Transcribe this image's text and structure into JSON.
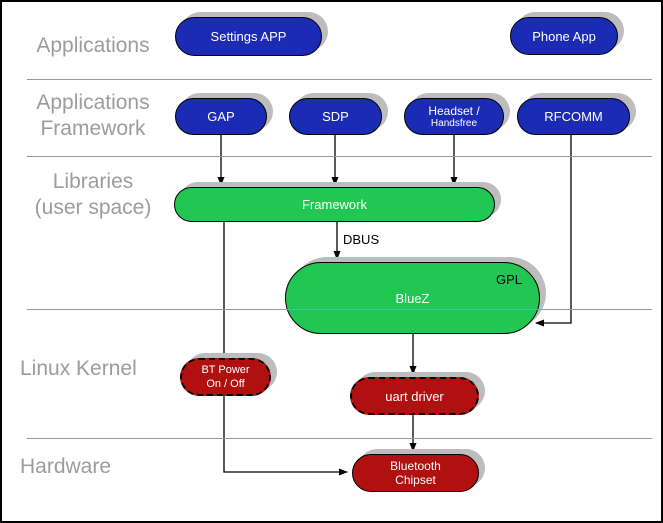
{
  "colors": {
    "app_blue": "#1b2bb3",
    "lib_green": "#22c653",
    "kernel_red": "#b11010",
    "shadow_gray": "#bdbdbd",
    "divider_gray": "#999999",
    "label_gray": "#9c9c9c"
  },
  "layers": [
    {
      "line1": "Applications"
    },
    {
      "line1": "Applications",
      "line2": "Framework"
    },
    {
      "line1": "Libraries",
      "line2": "(user space)"
    },
    {
      "line1": "Linux Kernel"
    },
    {
      "line1": "Hardware"
    }
  ],
  "nodes": {
    "settings_app": {
      "label": "Settings APP"
    },
    "phone_app": {
      "label": "Phone App"
    },
    "gap": {
      "label": "GAP"
    },
    "sdp": {
      "label": "SDP"
    },
    "headset": {
      "line1": "Headset /",
      "line2": "Handsfree"
    },
    "rfcomm": {
      "label": "RFCOMM"
    },
    "framework": {
      "label": "Framework"
    },
    "bluez": {
      "label": "BlueZ",
      "badge": "GPL"
    },
    "bt_power": {
      "line1": "BT Power",
      "line2": "On / Off"
    },
    "uart_driver": {
      "label": "uart driver"
    },
    "bt_chipset": {
      "line1": "Bluetooth",
      "line2": "Chipset"
    }
  },
  "connections": {
    "dbus": "DBUS"
  }
}
